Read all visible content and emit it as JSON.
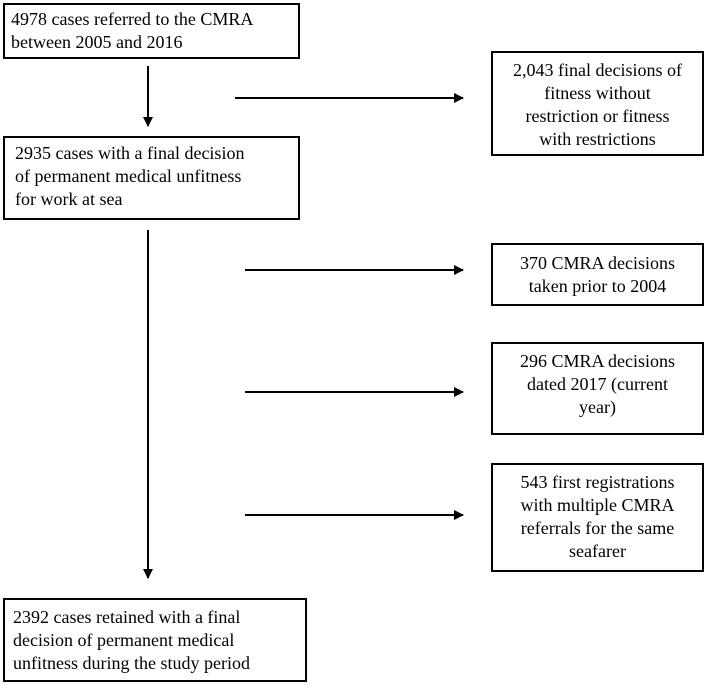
{
  "flowchart": {
    "start": "4978 cases referred to the CMRA\nbetween 2005 and 2016",
    "unfit": "2935 cases with a final decision\nof permanent medical unfitness\nfor work at sea",
    "final": "2392 cases retained with a final\ndecision of permanent medical\nunfitness during the study period",
    "fitness": "2,043 final decisions of\nfitness without\nrestriction or fitness\nwith restrictions",
    "prior": "370 CMRA decisions\ntaken prior to 2004",
    "dated": "296 CMRA decisions\ndated 2017 (current\nyear)",
    "registrations": "543 first registrations\nwith multiple CMRA\nreferrals for the same\nseafarer"
  }
}
